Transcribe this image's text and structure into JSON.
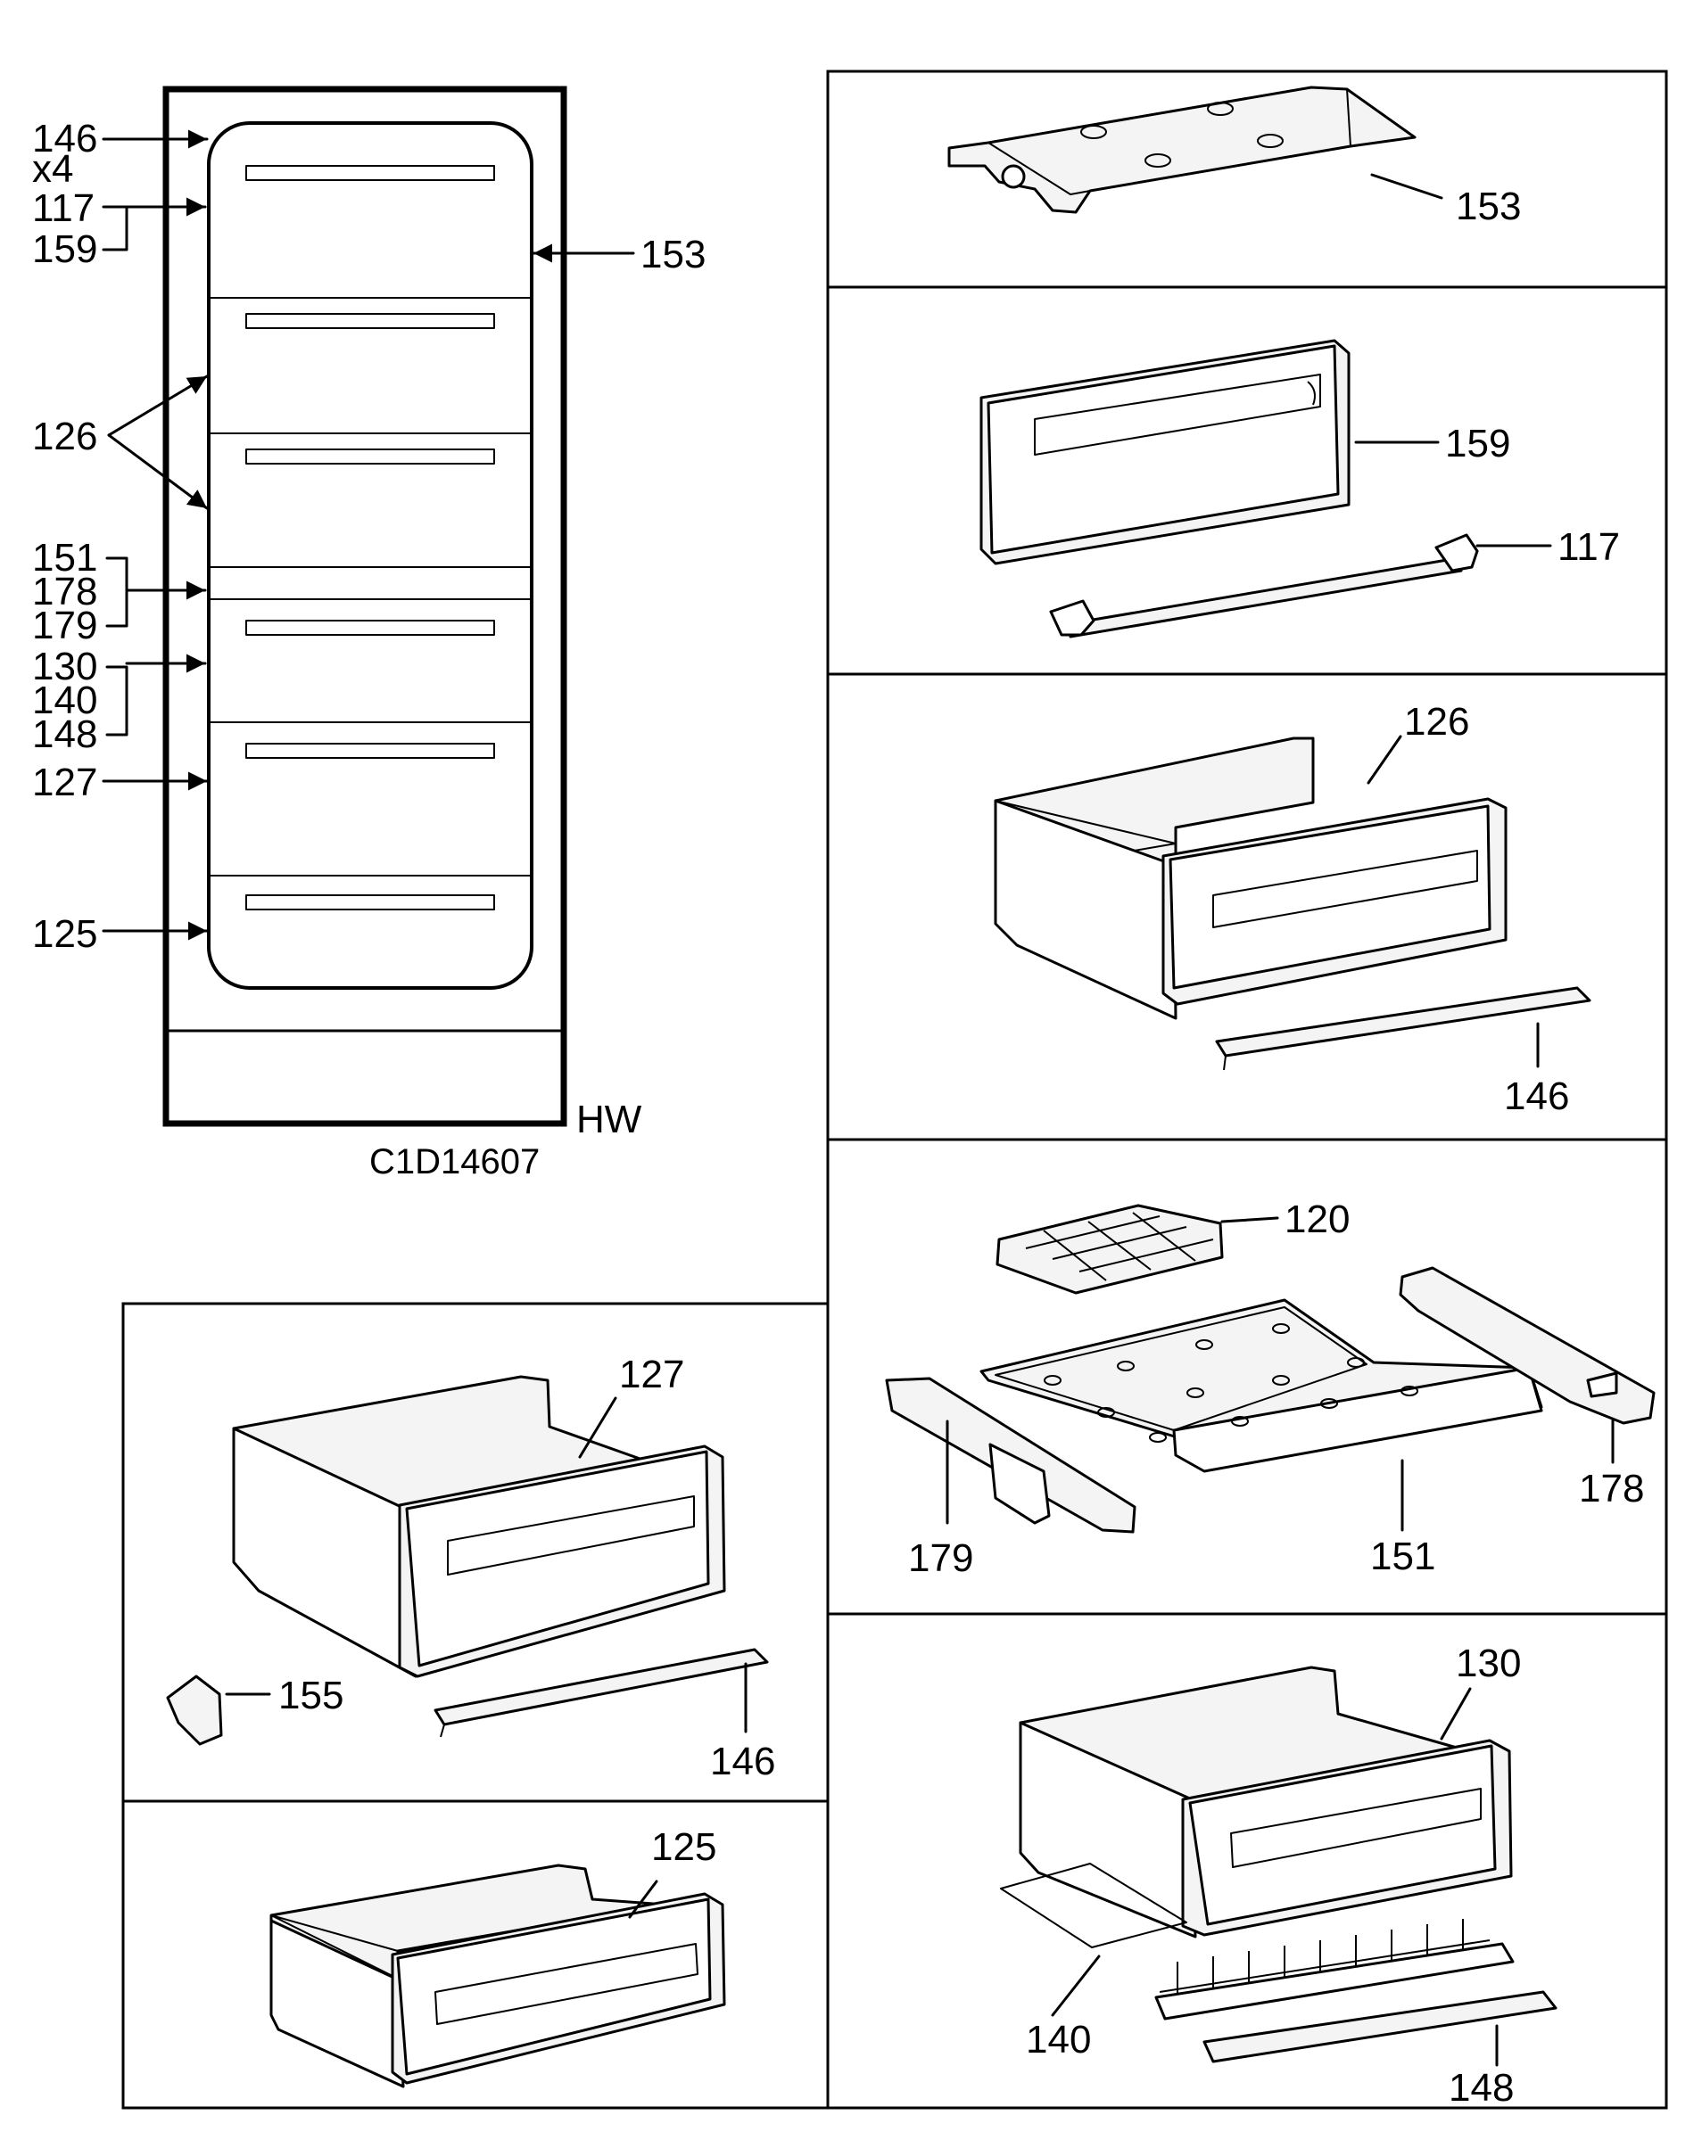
{
  "diagram": {
    "figure_code": "C1D14607",
    "variant_mark": "HW",
    "overview_labels": {
      "top_a": "146",
      "top_qty": "x4",
      "top_b": "117",
      "top_c": "159",
      "side": "153",
      "drawers": "126",
      "shelf_a": "151",
      "shelf_b": "178",
      "shelf_c": "179",
      "mid_a": "130",
      "mid_b": "140",
      "mid_c": "148",
      "low": "127",
      "bottom": "125"
    },
    "panels": {
      "cover": {
        "label": "153"
      },
      "flap": {
        "flap_label": "159",
        "hinge_label": "117"
      },
      "drawer_126": {
        "drawer_label": "126",
        "rail_label": "146"
      },
      "ice_shelf": {
        "tray_label": "120",
        "shelf_label": "151",
        "left_rail_label": "179",
        "right_rail_label": "178"
      },
      "drawer_127": {
        "drawer_label": "127",
        "clip_label": "155",
        "rail_label": "146"
      },
      "drawer_125": {
        "drawer_label": "125"
      },
      "drawer_130": {
        "drawer_label": "130",
        "grid_label": "140",
        "frame_label": "148"
      }
    }
  }
}
